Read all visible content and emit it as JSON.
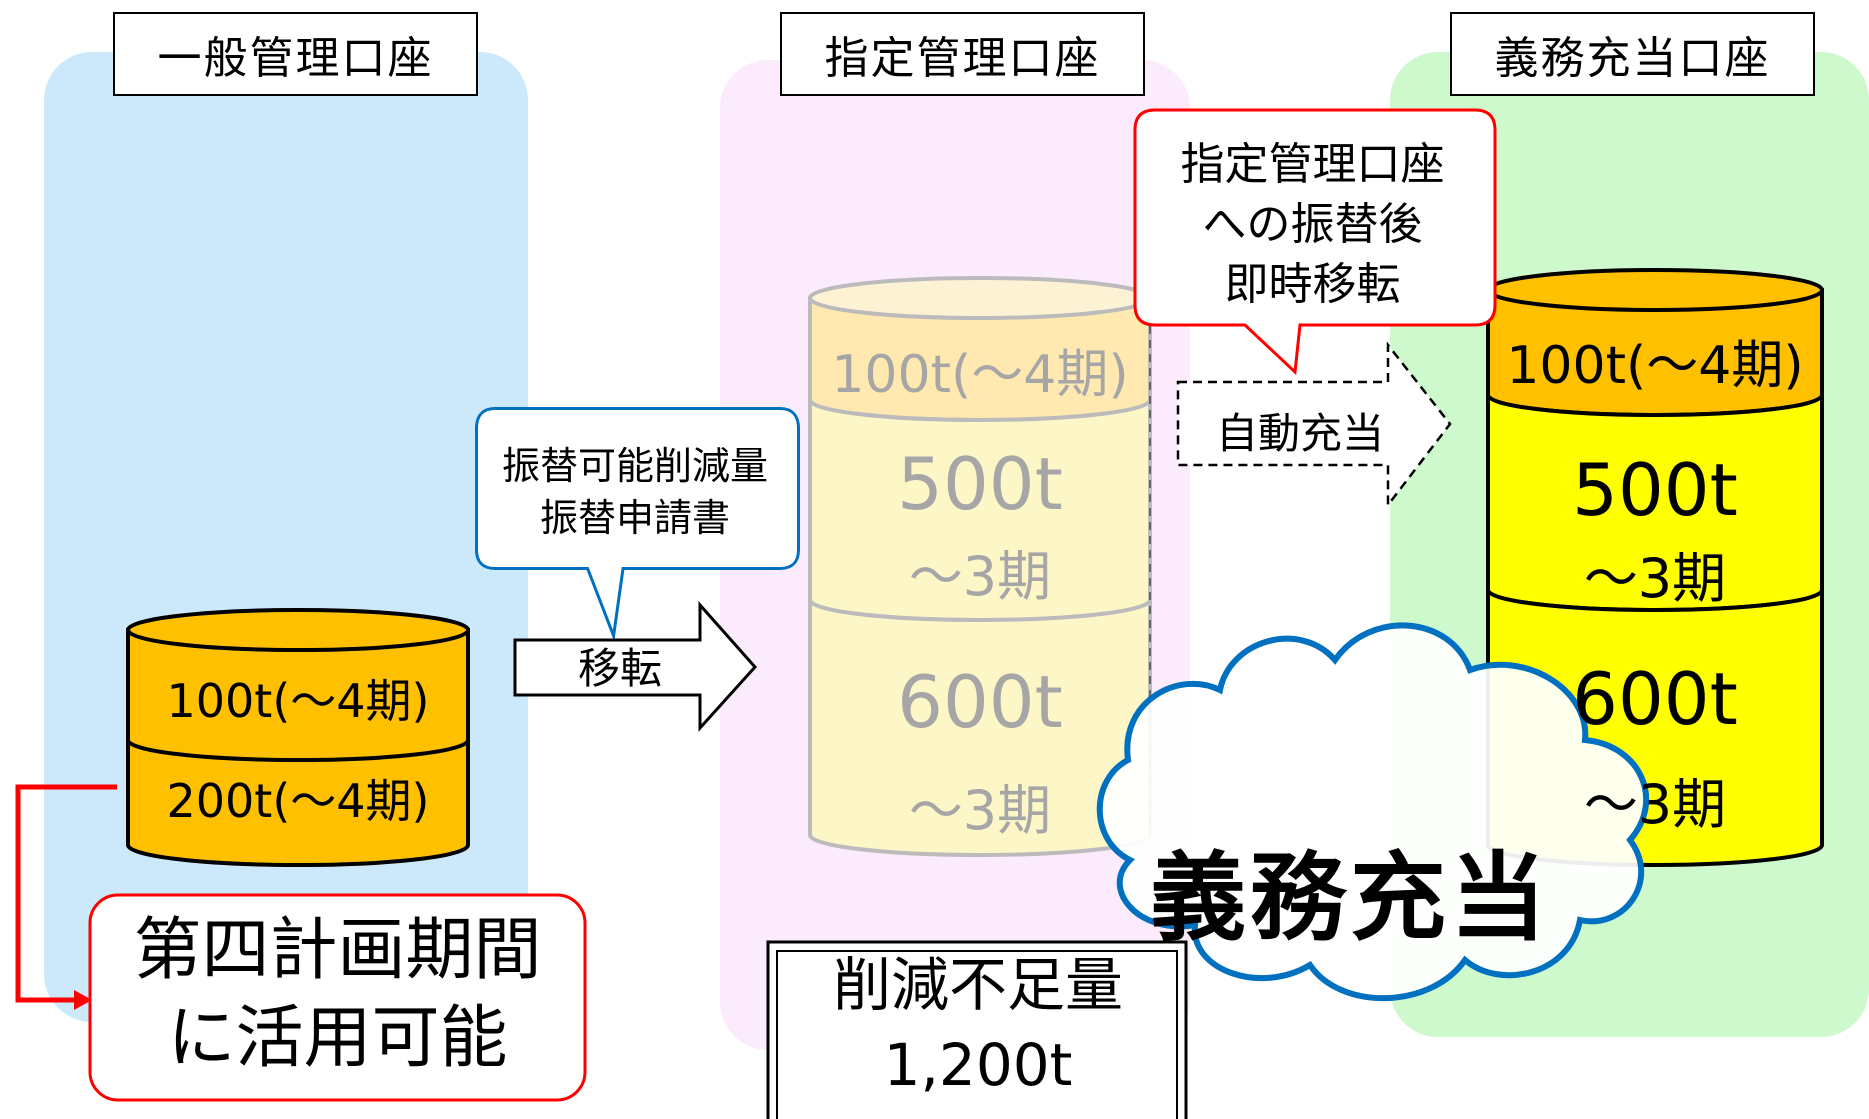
{
  "accounts": {
    "general": "一般管理口座",
    "designated": "指定管理口座",
    "compliance": "義務充当口座"
  },
  "general_tank": {
    "top": "100t(〜4期)",
    "bottom": "200t(〜4期)"
  },
  "designated_tank": {
    "top": "100t(〜4期)",
    "middle_amount": "500t",
    "middle_period": "〜3期",
    "bottom_amount": "600t",
    "bottom_period": "〜3期"
  },
  "compliance_tank": {
    "top": "100t(〜4期)",
    "middle_amount": "500t",
    "middle_period": "〜3期",
    "bottom_amount": "600t",
    "bottom_period": "〜3期"
  },
  "transfer_callout": {
    "line1": "振替可能削減量",
    "line2": "振替申請書"
  },
  "transfer_arrow": "移転",
  "auto_callout": {
    "line1": "指定管理口座",
    "line2": "への振替後",
    "line3": "即時移転"
  },
  "auto_arrow": "自動充当",
  "fourth_period_note": {
    "line1": "第四計画期間",
    "line2": "に活用可能"
  },
  "shortfall": {
    "label": "削減不足量",
    "amount": "1,200t"
  },
  "cloud_label": "義務充当",
  "colors": {
    "left_panel": "#cce9fb",
    "middle_panel": "#fcebfc",
    "right_panel": "#cdf9cd",
    "tank_orange": "#ffc000",
    "tank_yellow": "#ffff00",
    "faded_orange": "#ffe9b0",
    "faded_yellow": "#fdf7c8",
    "red_accent": "#ff0000",
    "blue_accent": "#0070c0"
  }
}
